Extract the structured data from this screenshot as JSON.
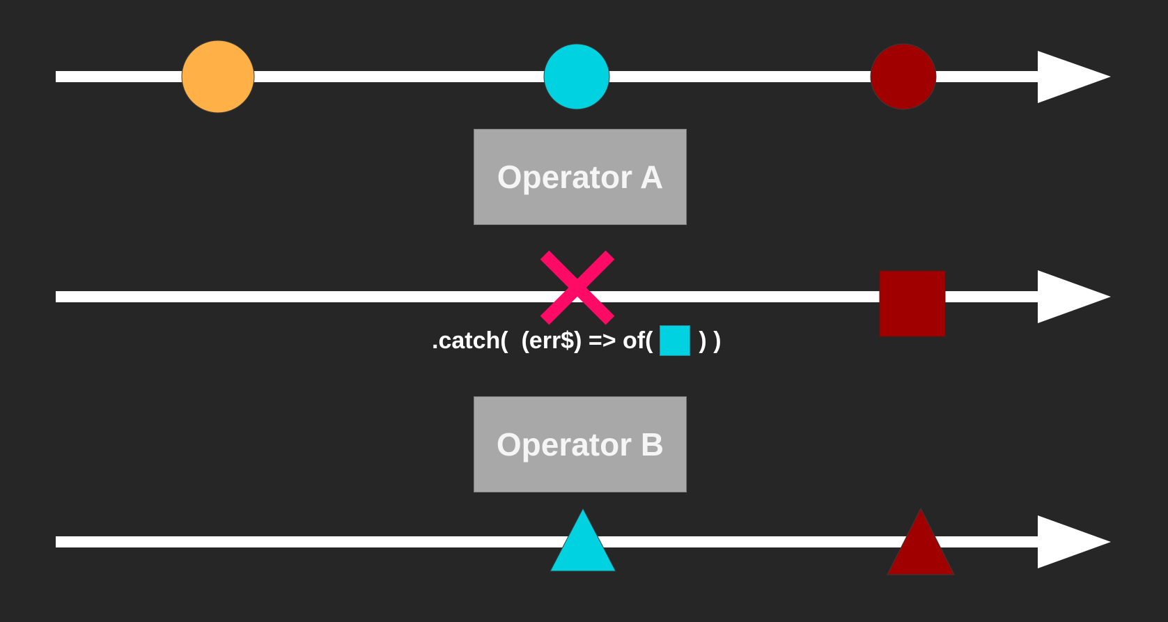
{
  "colors": {
    "background": "#262626",
    "timeline": "#ffffff",
    "orange": "#ffb046",
    "cyan": "#00d2e1",
    "dark_red": "#a00000",
    "error_x": "#ff0a64",
    "operator_box": "#a8a8a8"
  },
  "operators": {
    "a": {
      "label": "Operator A"
    },
    "b": {
      "label": "Operator B"
    }
  },
  "catch_expression": {
    "prefix": ".catch(  (err$) => of(",
    "suffix": ") )"
  },
  "timelines": [
    {
      "name": "input-stream",
      "events": [
        {
          "shape": "circle",
          "color": "orange"
        },
        {
          "shape": "circle",
          "color": "cyan"
        },
        {
          "shape": "circle",
          "color": "dark_red"
        }
      ]
    },
    {
      "name": "operator-a-output",
      "events": [
        {
          "shape": "error-x",
          "color": "error_x"
        },
        {
          "shape": "square",
          "color": "dark_red"
        }
      ]
    },
    {
      "name": "operator-b-output",
      "events": [
        {
          "shape": "triangle",
          "color": "cyan"
        },
        {
          "shape": "triangle",
          "color": "dark_red"
        }
      ]
    }
  ]
}
